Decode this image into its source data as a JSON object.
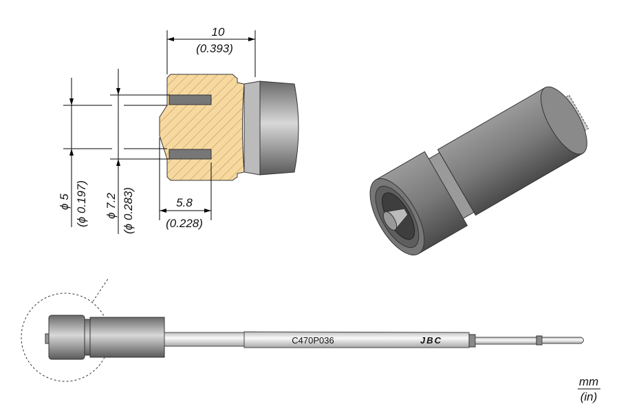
{
  "dimensions": {
    "length": {
      "mm": "10",
      "in": "(0.393)"
    },
    "depth": {
      "mm": "5.8",
      "in": "(0.228)"
    },
    "inner_diameter": {
      "mm": "ϕ 5",
      "in": "(ϕ 0.197)"
    },
    "outer_diameter": {
      "mm": "ϕ 7.2",
      "in": "(ϕ 0.283)"
    }
  },
  "part_number": "C470P036",
  "brand": "JBC",
  "units": {
    "primary": "mm",
    "secondary": "(in)"
  },
  "colors": {
    "section_fill": "#f7d9a0",
    "metal": "#8a8a8a",
    "shaft": "#e8e8e8"
  }
}
